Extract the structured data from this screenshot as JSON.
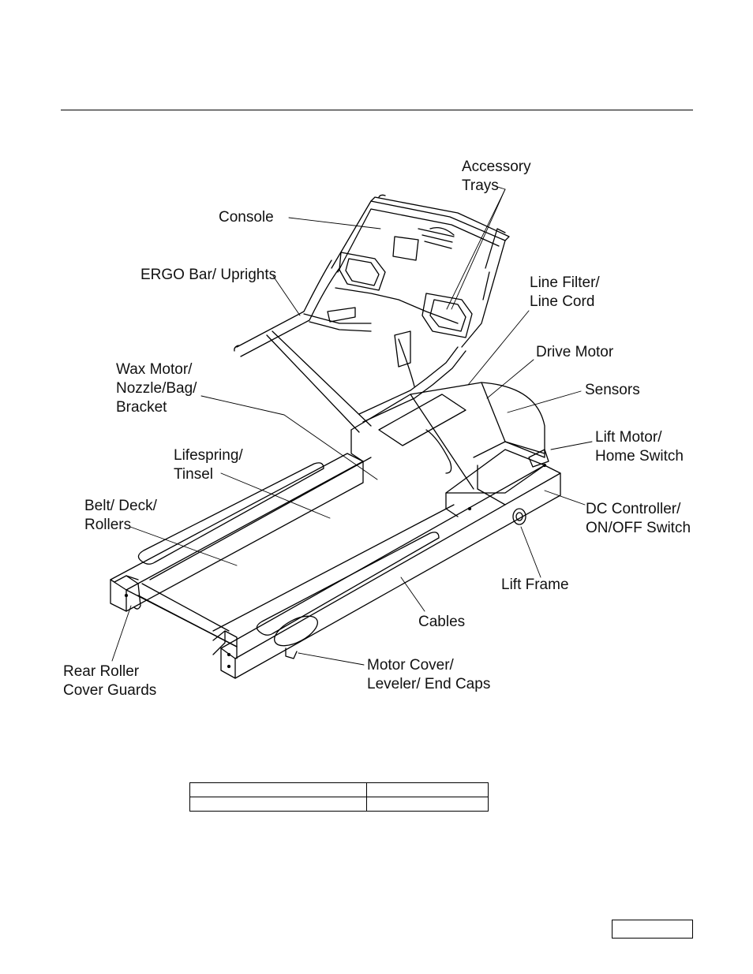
{
  "labels": {
    "accessory_trays": "Accessory\nTrays",
    "console": "Console",
    "ergo_bar": "ERGO Bar/ Uprights",
    "line_filter": "Line Filter/\nLine Cord",
    "drive_motor": "Drive Motor",
    "sensors": "Sensors",
    "wax_motor": "Wax Motor/\nNozzle/Bag/\nBracket",
    "lift_motor": "Lift Motor/\nHome Switch",
    "lifespring": "Lifespring/\nTinsel",
    "belt_deck": "Belt/ Deck/\nRollers",
    "dc_controller": "DC Controller/\nON/OFF Switch",
    "lift_frame": "Lift Frame",
    "cables": "Cables",
    "rear_roller": "Rear Roller\nCover Guards",
    "motor_cover": "Motor Cover/\nLeveler/ End Caps"
  },
  "table": {
    "rows": [
      [
        "",
        ""
      ],
      [
        "",
        ""
      ]
    ]
  },
  "page_box": ""
}
